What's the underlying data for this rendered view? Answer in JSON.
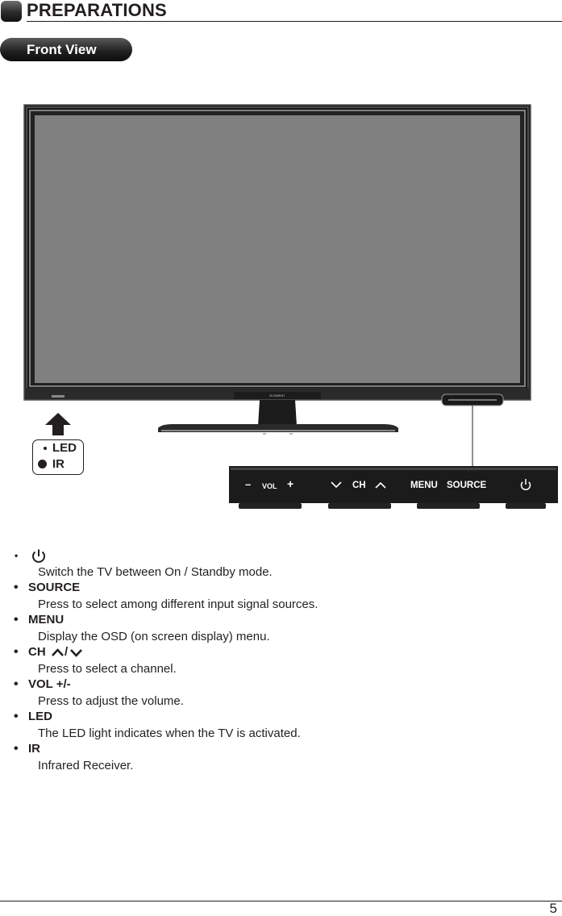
{
  "header": {
    "title": "PREPARATIONS"
  },
  "subsection": {
    "title": "Front View"
  },
  "tv": {
    "brand_logo": "ELEMENT"
  },
  "legend": {
    "led": "LED",
    "ir": "IR"
  },
  "control_panel": {
    "minus": "–",
    "vol": "VOL",
    "plus": "+",
    "ch": "CH",
    "menu": "MENU",
    "source": "SOURCE",
    "icons": [
      "chevron-down-icon",
      "chevron-up-icon",
      "power-icon"
    ]
  },
  "buttons": [
    {
      "title": "",
      "icon": "power-icon",
      "description": "Switch the TV between On / Standby mode."
    },
    {
      "title": "SOURCE",
      "description": "Press to select among different input signal sources."
    },
    {
      "title": "MENU",
      "description": "Display the OSD (on screen display) menu."
    },
    {
      "title": "CH",
      "title_suffix": "/",
      "icon": "chevron-up-down-icons",
      "description": "Press to select a channel."
    },
    {
      "title": "VOL +/-",
      "description": "Press to adjust the volume."
    },
    {
      "title": "LED",
      "description": "The LED light indicates when the TV is activated."
    },
    {
      "title": "IR",
      "description": "Infrared Receiver."
    }
  ],
  "footer": {
    "page_number": "5"
  }
}
